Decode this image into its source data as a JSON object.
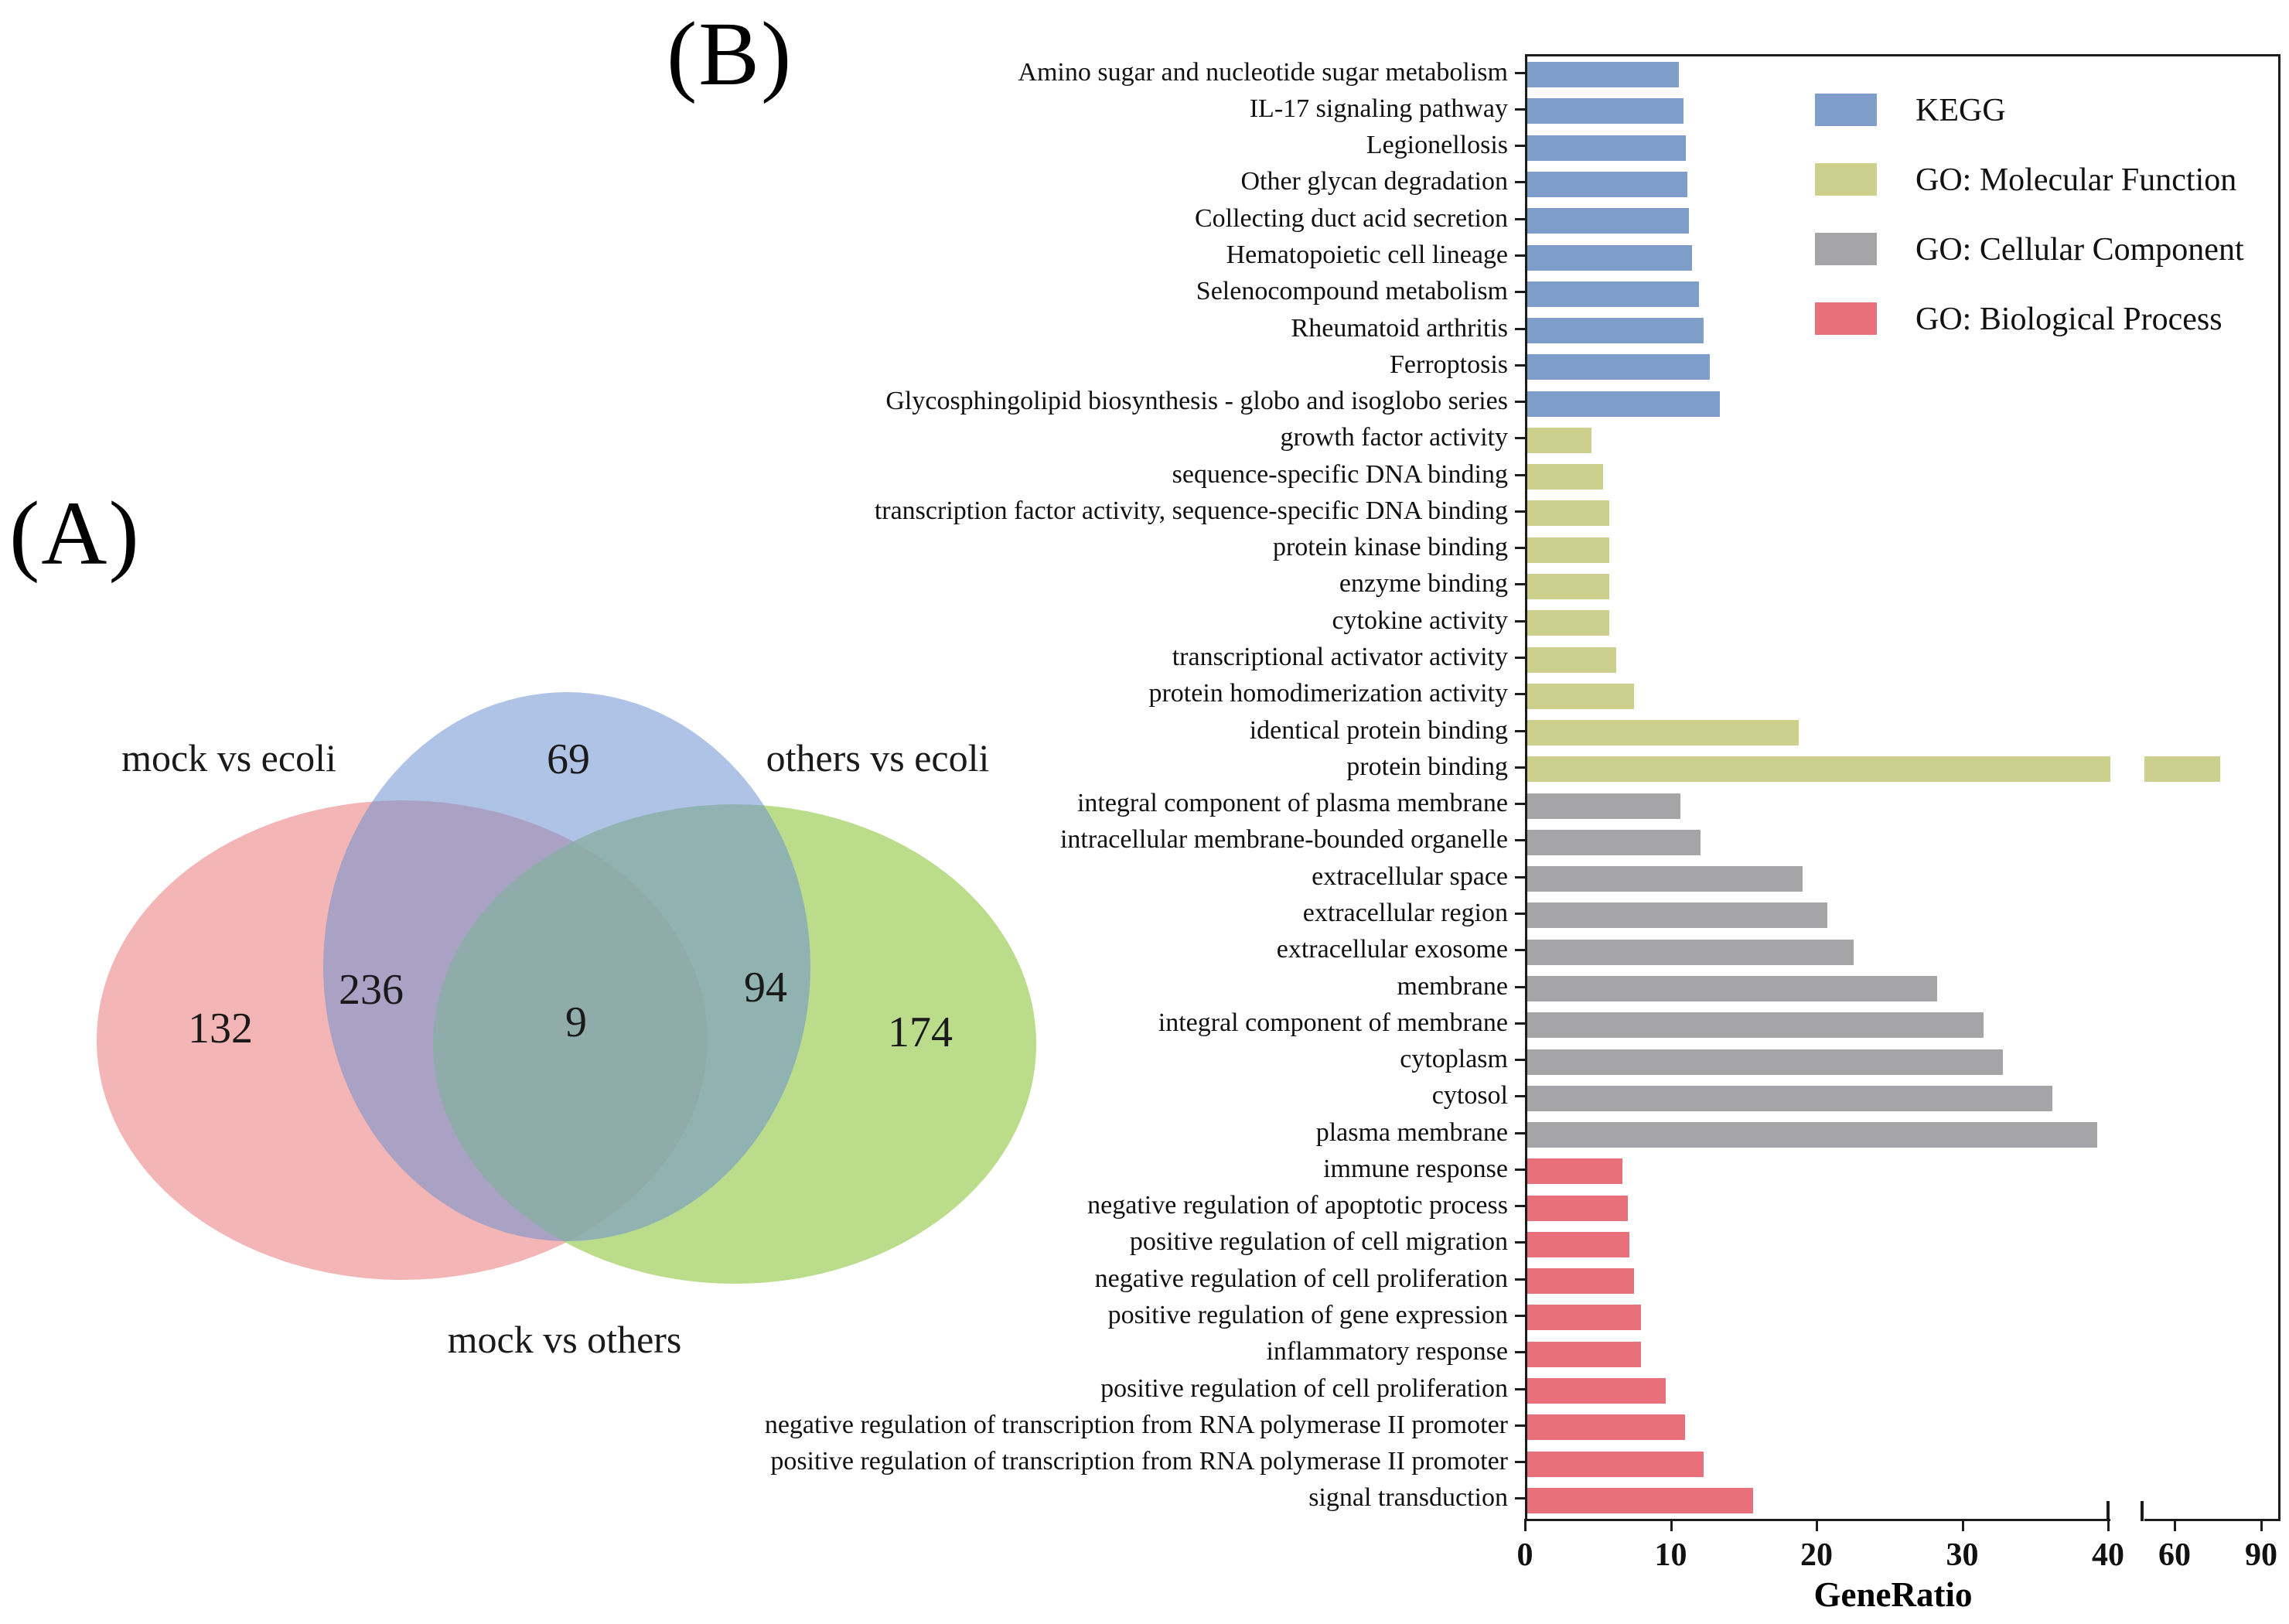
{
  "figure": {
    "panel_a_tag": "(A)",
    "panel_b_tag": "(B)"
  },
  "venn": {
    "sets": [
      {
        "name": "mock vs ecoli",
        "color": "#F0A0A0"
      },
      {
        "name": "others vs ecoli",
        "color": "#AAD36E"
      },
      {
        "name": "mock vs others",
        "color": "#6E91D2"
      }
    ],
    "counts": {
      "mock_vs_ecoli_only": "132",
      "mock_vs_ecoli_and_mock_vs_others": "236",
      "mock_vs_others_only": "69",
      "all_three": "9",
      "mock_vs_others_and_others_vs_ecoli": "94",
      "others_vs_ecoli_only": "174"
    }
  },
  "chart_data": {
    "type": "bar",
    "orientation": "horizontal",
    "xlabel": "GeneRatio",
    "x_ticks": [
      0,
      10,
      20,
      30,
      40,
      60,
      90
    ],
    "axis_break": {
      "after": 40,
      "resume_at": 48.8,
      "note": "x axis is broken between 40 and 60"
    },
    "grid": false,
    "legend_position": "upper right inside plot",
    "legend": [
      {
        "label": "KEGG",
        "color": "#7E9DC8"
      },
      {
        "label": "GO: Molecular Function",
        "color": "#CDD08D"
      },
      {
        "label": "GO: Cellular Component",
        "color": "#A5A5A7"
      },
      {
        "label": "GO: Biological Process",
        "color": "#E8707A"
      }
    ],
    "groups": [
      {
        "name": "KEGG",
        "color": "#7E9DC8",
        "items": [
          {
            "label": "Amino sugar and nucleotide sugar metabolism",
            "value": 10.4
          },
          {
            "label": "IL-17 signaling pathway",
            "value": 10.7
          },
          {
            "label": "Legionellosis",
            "value": 10.9
          },
          {
            "label": "Other glycan degradation",
            "value": 11.0
          },
          {
            "label": "Collecting duct acid secretion",
            "value": 11.1
          },
          {
            "label": "Hematopoietic cell lineage",
            "value": 11.3
          },
          {
            "label": "Selenocompound metabolism",
            "value": 11.8
          },
          {
            "label": "Rheumatoid arthritis",
            "value": 12.1
          },
          {
            "label": "Ferroptosis",
            "value": 12.5
          },
          {
            "label": "Glycosphingolipid biosynthesis - globo and isoglobo series",
            "value": 13.2
          }
        ]
      },
      {
        "name": "GO: Molecular Function",
        "color": "#CDD08D",
        "items": [
          {
            "label": "growth factor activity",
            "value": 4.4
          },
          {
            "label": "sequence-specific DNA binding",
            "value": 5.2
          },
          {
            "label": "transcription factor activity, sequence-specific DNA binding",
            "value": 5.6
          },
          {
            "label": "protein kinase binding",
            "value": 5.6
          },
          {
            "label": "enzyme binding",
            "value": 5.6
          },
          {
            "label": "cytokine activity",
            "value": 5.6
          },
          {
            "label": "transcriptional activator activity",
            "value": 6.1
          },
          {
            "label": "protein homodimerization activity",
            "value": 7.3
          },
          {
            "label": "identical protein binding",
            "value": 18.6
          },
          {
            "label": "protein binding",
            "value": 75
          }
        ]
      },
      {
        "name": "GO: Cellular Component",
        "color": "#A5A5A7",
        "items": [
          {
            "label": "integral component of plasma membrane",
            "value": 10.5
          },
          {
            "label": "intracellular membrane-bounded organelle",
            "value": 11.9
          },
          {
            "label": "extracellular space",
            "value": 18.9
          },
          {
            "label": "extracellular region",
            "value": 20.6
          },
          {
            "label": "extracellular exosome",
            "value": 22.4
          },
          {
            "label": "membrane",
            "value": 28.1
          },
          {
            "label": "integral component of membrane",
            "value": 31.3
          },
          {
            "label": "cytoplasm",
            "value": 32.6
          },
          {
            "label": "cytosol",
            "value": 36.0
          },
          {
            "label": "plasma membrane",
            "value": 39.1
          }
        ]
      },
      {
        "name": "GO: Biological Process",
        "color": "#E8707A",
        "items": [
          {
            "label": "immune response",
            "value": 6.5
          },
          {
            "label": "negative regulation of apoptotic process",
            "value": 6.9
          },
          {
            "label": "positive regulation of cell migration",
            "value": 7.0
          },
          {
            "label": "negative regulation of cell proliferation",
            "value": 7.3
          },
          {
            "label": "positive regulation of gene expression",
            "value": 7.8
          },
          {
            "label": "inflammatory response",
            "value": 7.8
          },
          {
            "label": "positive regulation of cell proliferation",
            "value": 9.5
          },
          {
            "label": "negative regulation of transcription from RNA polymerase II promoter",
            "value": 10.8
          },
          {
            "label": "positive regulation of transcription from RNA polymerase II promoter",
            "value": 12.1
          },
          {
            "label": "signal transduction",
            "value": 15.5
          }
        ]
      }
    ]
  }
}
